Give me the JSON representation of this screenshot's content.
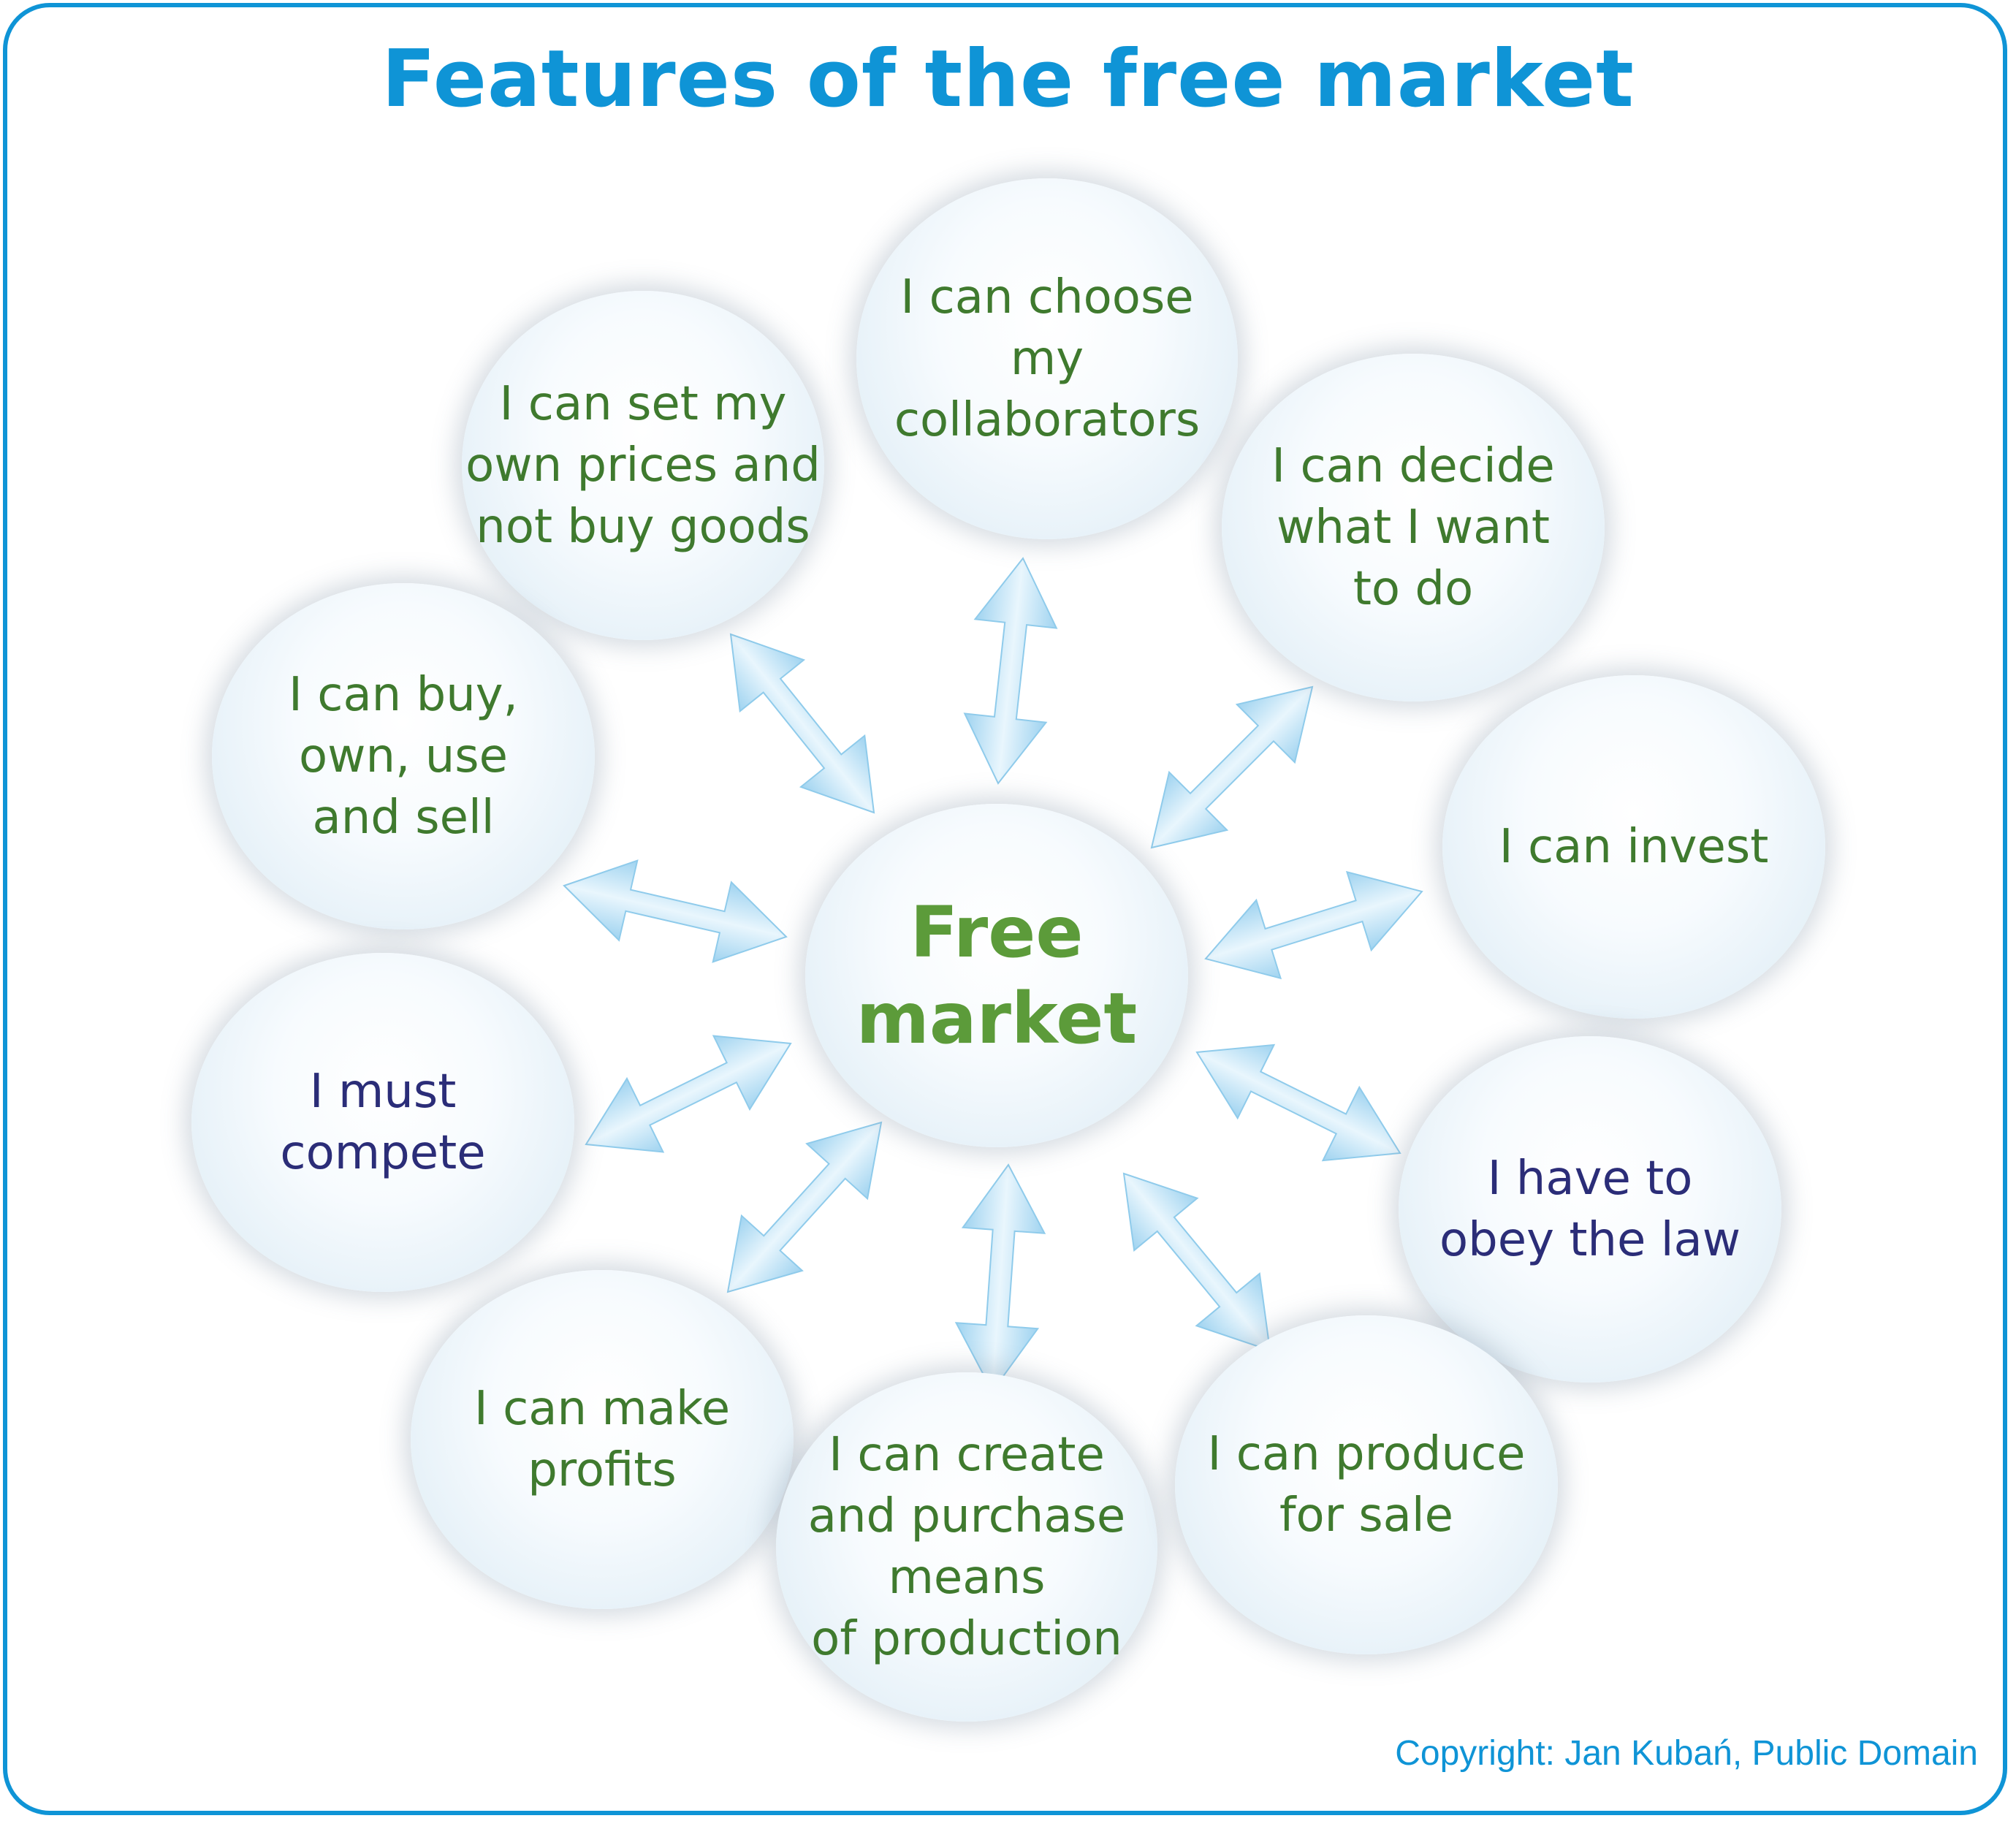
{
  "title": "Features of the free market",
  "center": {
    "label": "Free\nmarket"
  },
  "bubbles": [
    {
      "id": "set-prices",
      "label": "I can set my\nown prices and\nnot buy goods"
    },
    {
      "id": "choose-collaborators",
      "label": "I can choose\nmy\ncollaborators"
    },
    {
      "id": "decide-what-to-do",
      "label": "I can decide\nwhat I want\nto do"
    },
    {
      "id": "buy-own-use-sell",
      "label": "I can buy,\nown, use\nand sell"
    },
    {
      "id": "invest",
      "label": "I can invest"
    },
    {
      "id": "must-compete",
      "label": "I must\ncompete"
    },
    {
      "id": "obey-the-law",
      "label": "I have to\nobey the law"
    },
    {
      "id": "make-profits",
      "label": "I can make\nprofits"
    },
    {
      "id": "means-of-production",
      "label": "I can create\nand purchase\nmeans\nof production"
    },
    {
      "id": "produce-for-sale",
      "label": "I can produce\nfor sale"
    }
  ],
  "copyright": "Copyright: Jan Kubań, Public Domain",
  "colors": {
    "title": "#0f94d6",
    "border": "#0f94d6",
    "green_text": "#3f7a2e",
    "blue_text": "#2b2d78",
    "center_text": "#5c9b3a",
    "arrow": "#a9d8f2"
  }
}
